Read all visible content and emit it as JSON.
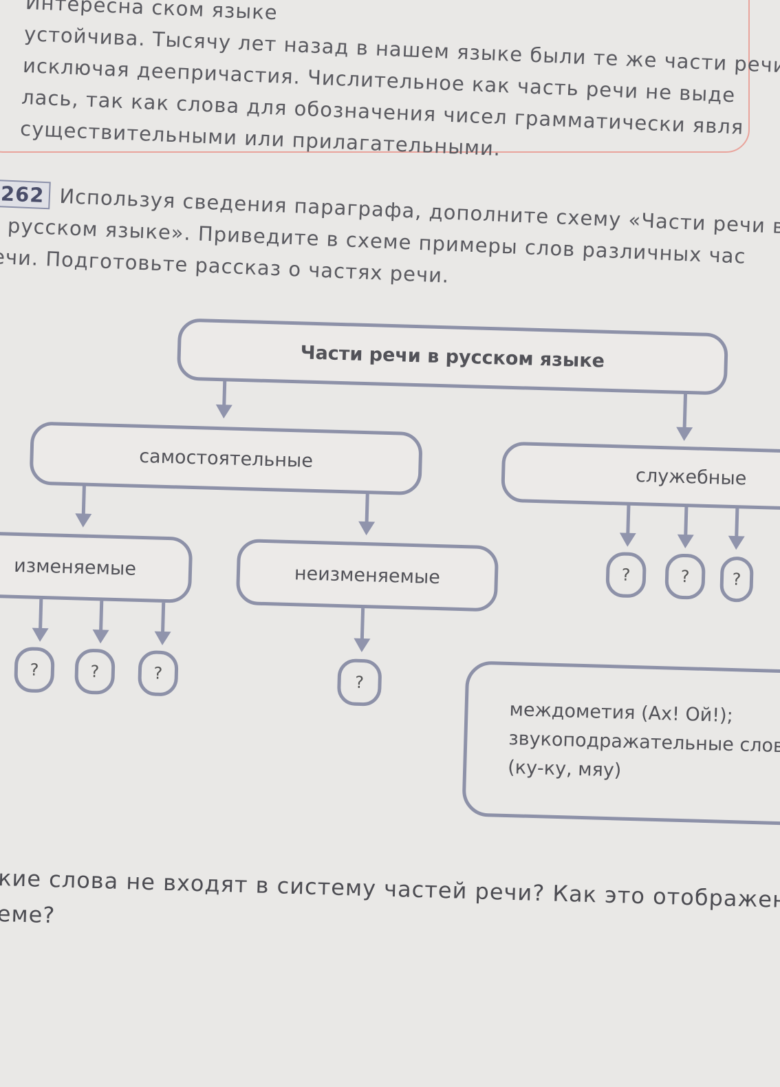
{
  "intro": {
    "lines": [
      "Интересна                                   ском языке",
      "устойчива. Тысячу лет назад в нашем языке были те же части речи",
      "исключая деепричастия. Числительное как часть речи не выде",
      "лась, так как слова для обозначения чисел грамматически явля",
      "существительными или прилагательными."
    ]
  },
  "task": {
    "number": "262",
    "line1": "Используя сведения параграфа, дополните схему «Части речи в",
    "line2": "русском языке». Приведите в схеме примеры слов различных час",
    "line3": "ечи. Подготовьте рассказ о частях речи."
  },
  "diagram": {
    "root": "Части речи в русском языке",
    "independent": "самостоятельные",
    "service": "служебные",
    "changeable": "изменяемые",
    "unchangeable": "неизменяемые",
    "placeholder": "?",
    "note_line1": "междометия (Ах! Ой!);",
    "note_line2": "звукоподражательные слова",
    "note_line3": "(ку-ку, мяу)"
  },
  "question": {
    "line1": "кие слова не входят в систему частей речи? Как это отображено",
    "line2": "еме?"
  }
}
